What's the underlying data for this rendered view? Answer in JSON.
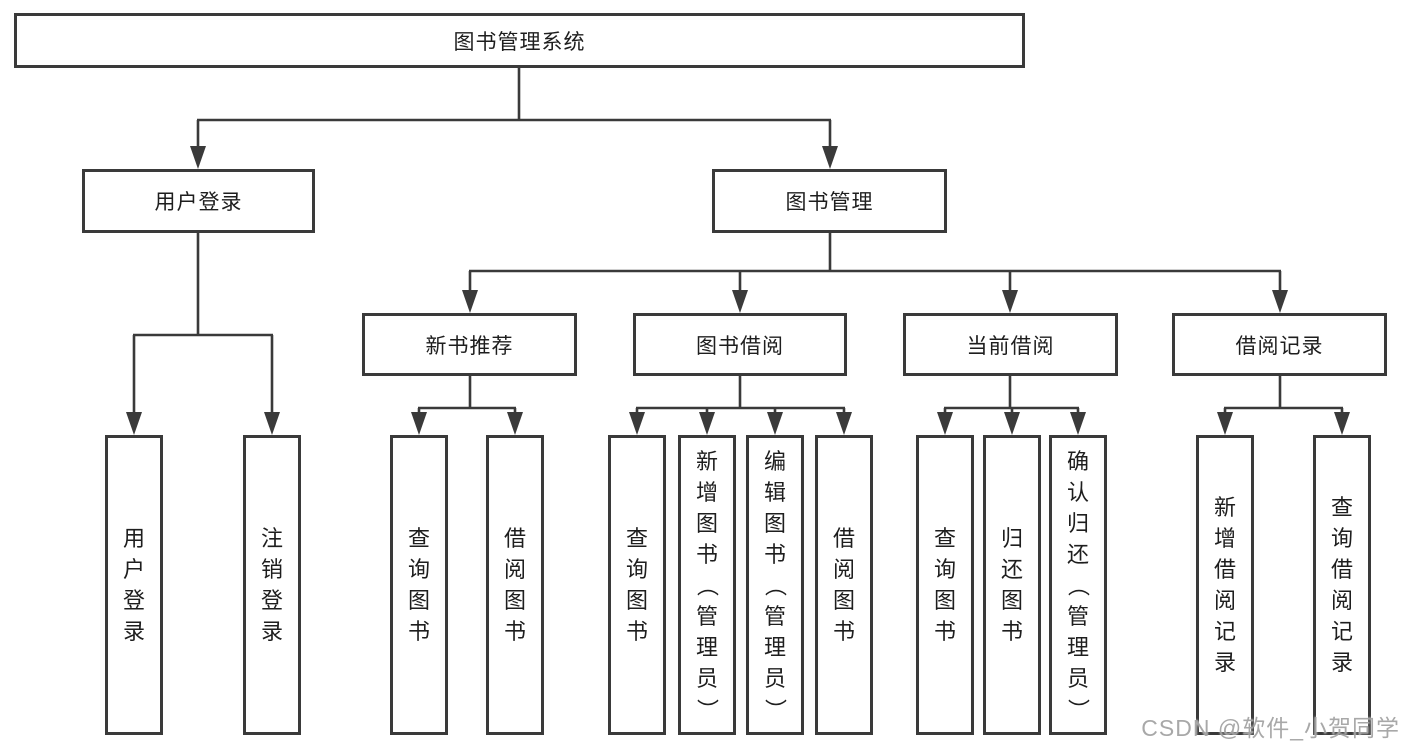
{
  "diagram": {
    "root": {
      "label": "图书管理系统"
    },
    "branches": [
      {
        "label": "用户登录",
        "children": [
          {
            "label": "用户登录"
          },
          {
            "label": "注销登录"
          }
        ]
      },
      {
        "label": "图书管理",
        "children": [
          {
            "label": "新书推荐",
            "children": [
              {
                "label": "查询图书"
              },
              {
                "label": "借阅图书"
              }
            ]
          },
          {
            "label": "图书借阅",
            "children": [
              {
                "label": "查询图书"
              },
              {
                "label": "新增图书（管理员）"
              },
              {
                "label": "编辑图书（管理员）"
              },
              {
                "label": "借阅图书"
              }
            ]
          },
          {
            "label": "当前借阅",
            "children": [
              {
                "label": "查询图书"
              },
              {
                "label": "归还图书"
              },
              {
                "label": "确认归还（管理员）"
              }
            ]
          },
          {
            "label": "借阅记录",
            "children": [
              {
                "label": "新增借阅记录"
              },
              {
                "label": "查询借阅记录"
              }
            ]
          }
        ]
      }
    ]
  },
  "watermark": {
    "text": "CSDN @软件_小贺同学"
  },
  "colors": {
    "line": "#3a3a3a",
    "box_border": "#3a3a3a",
    "text": "#1e1e1e",
    "background": "#ffffff",
    "watermark": "#9e9e9e"
  }
}
